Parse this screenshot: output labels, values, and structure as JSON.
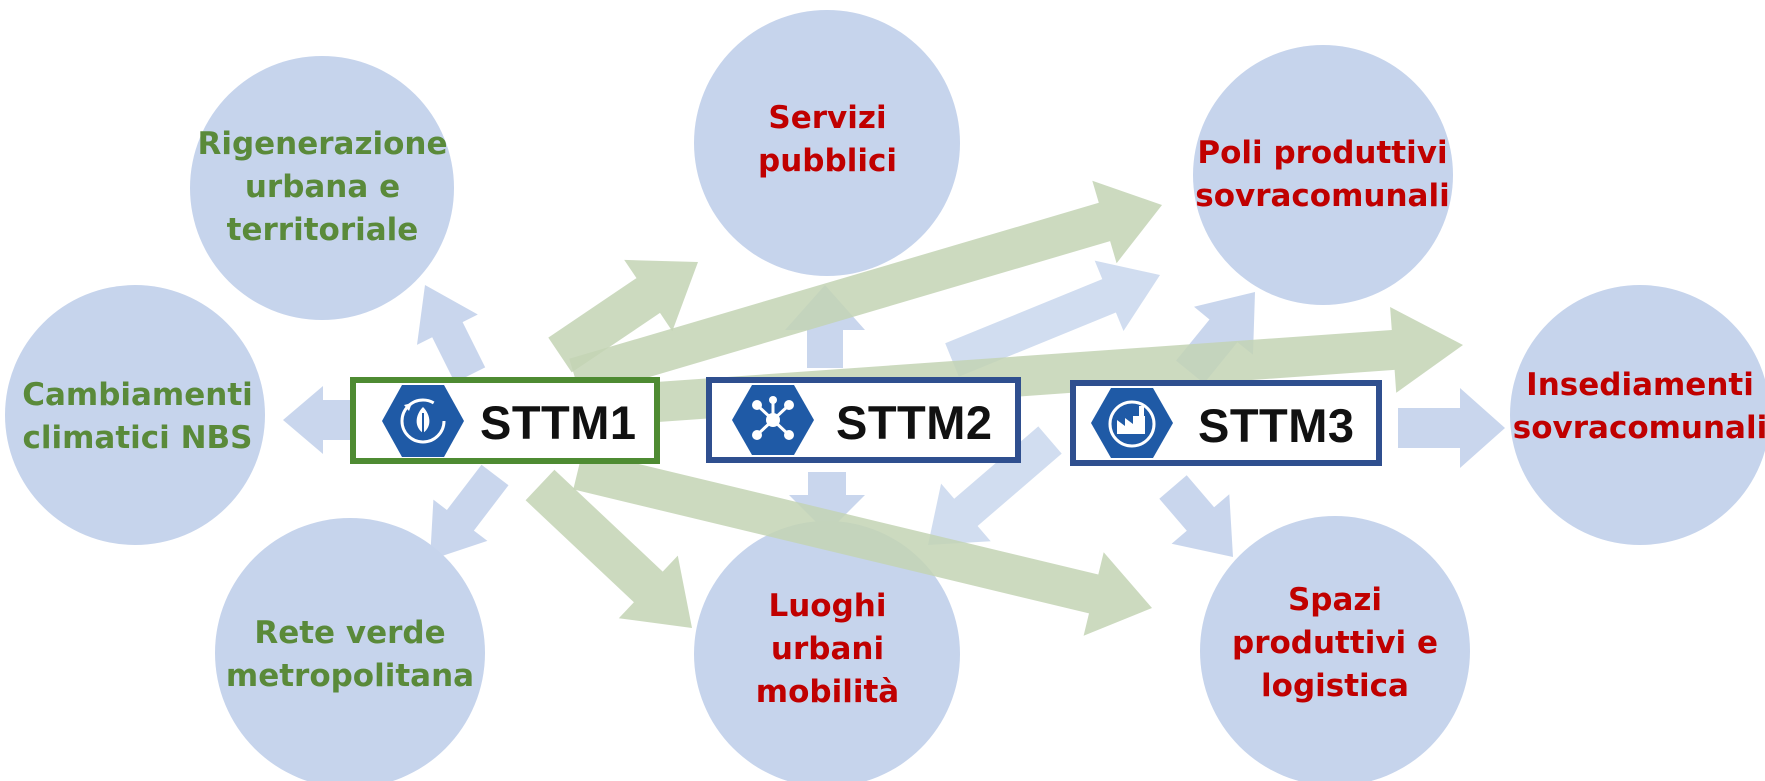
{
  "colors": {
    "circle_fill": "#c6d4ec",
    "green_text": "#5a8a3a",
    "red_text": "#c00000",
    "green_arrow": "#c3d4b4",
    "blue_arrow": "#c6d4ec",
    "sttm1_border": "#4e8b32",
    "sttm23_border": "#2f4f8f",
    "hex_fill": "#1f5aa6"
  },
  "circles": {
    "rigenerazione": "Rigenerazione\nurbana e\nterritoriale",
    "cambiamenti": "Cambiamenti\nclimatici NBS",
    "rete_verde": "Rete verde\nmetropolitana",
    "servizi": "Servizi\npubblici",
    "luoghi": "Luoghi\nurbani\nmobilità",
    "poli": "Poli produttivi\nsovracomunali",
    "insediamenti": "Insediamenti\nsovracomunali",
    "spazi": "Spazi\nproduttivi e\nlogistica"
  },
  "tools": {
    "sttm1": {
      "label": "STTM1",
      "icon": "leaf-recycle-icon"
    },
    "sttm2": {
      "label": "STTM2",
      "icon": "network-hub-icon"
    },
    "sttm3": {
      "label": "STTM3",
      "icon": "factory-globe-icon"
    }
  }
}
